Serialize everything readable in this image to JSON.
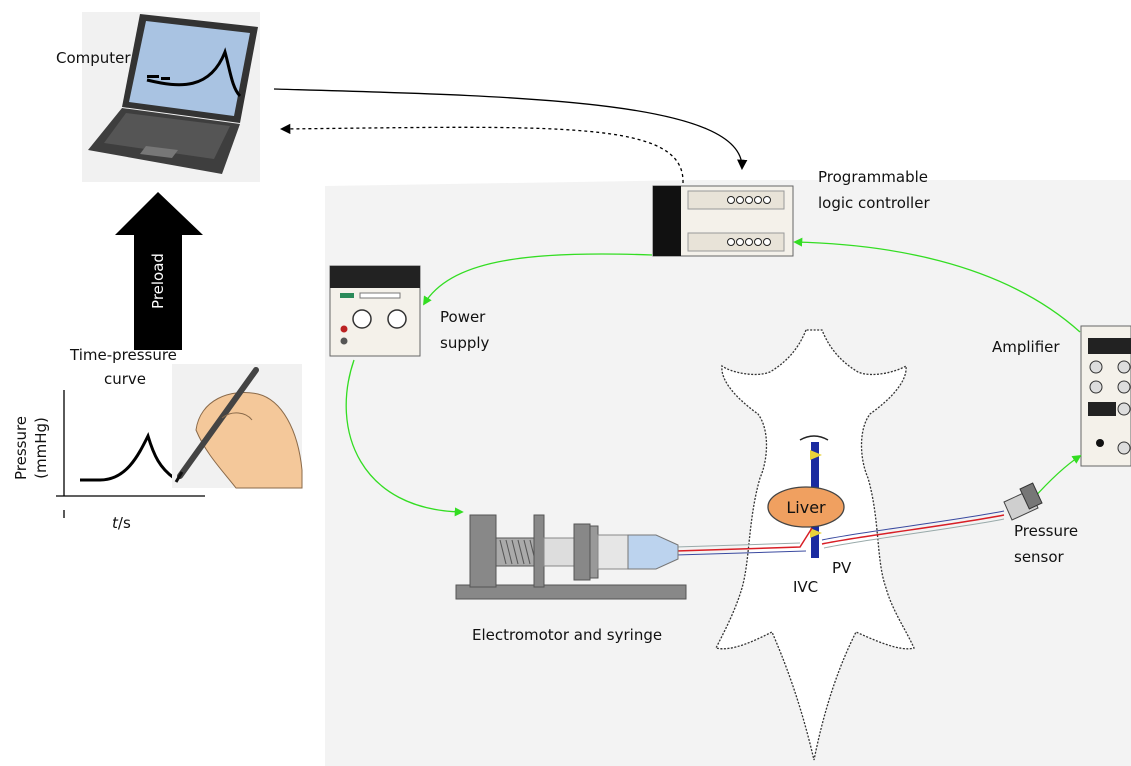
{
  "labels": {
    "computer": "Computer",
    "plc_line1": "Programmable",
    "plc_line2": "logic controller",
    "power_line1": "Power",
    "power_line2": "supply",
    "amplifier": "Amplifier",
    "pressure_line1": "Pressure",
    "pressure_line2": "sensor",
    "liver": "Liver",
    "pv": "PV",
    "ivc": "IVC",
    "motor": "Electromotor and syringe",
    "preload": "Preload",
    "curve_title_line1": "Time-pressure",
    "curve_title_line2": "curve",
    "y_axis_line1": "Pressure",
    "y_axis_line2": "(mmHg)",
    "x_axis_italic": "t",
    "x_axis_unit": "/s"
  },
  "colors": {
    "signal_arrow": "#33dd22",
    "wire": "#000000",
    "liver_fill": "#f0a060",
    "vessel_blue": "#1a2aa0",
    "vessel_red": "#d81f26",
    "background_blob": "#f3f3f3",
    "preload_arrow": "#000000"
  }
}
